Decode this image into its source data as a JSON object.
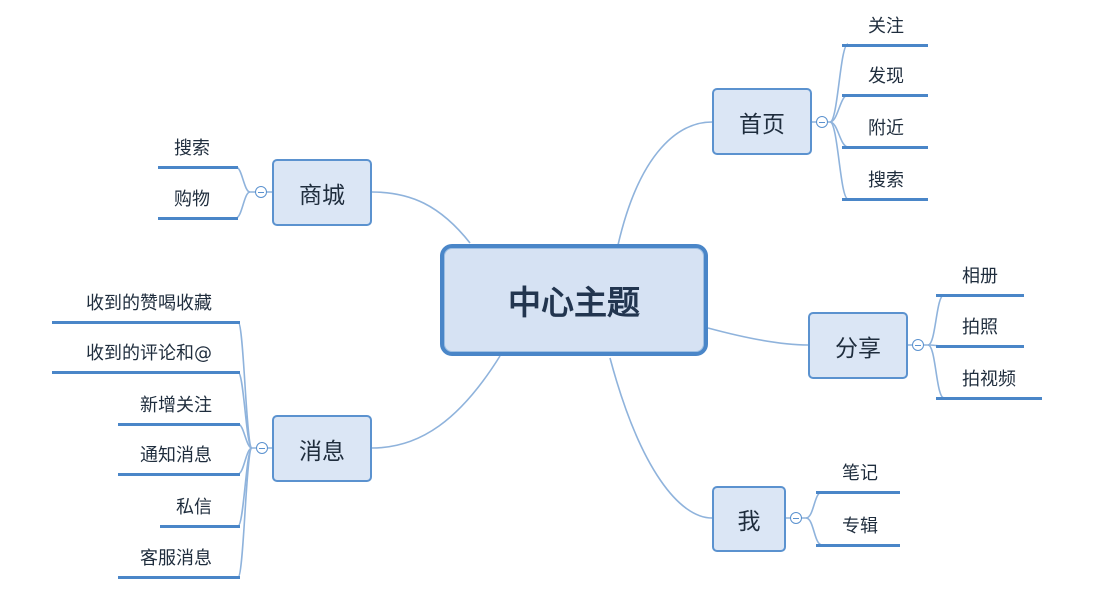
{
  "center": {
    "label": "中心主题"
  },
  "branches": {
    "home": {
      "label": "首页",
      "children": [
        "关注",
        "发现",
        "附近",
        "搜索"
      ]
    },
    "mall": {
      "label": "商城",
      "children": [
        "搜索",
        "购物"
      ]
    },
    "share": {
      "label": "分享",
      "children": [
        "相册",
        "拍照",
        "拍视频"
      ]
    },
    "messages": {
      "label": "消息",
      "children": [
        "收到的赞喝收藏",
        "收到的评论和@",
        "新增关注",
        "通知消息",
        "私信",
        "客服消息"
      ]
    },
    "me": {
      "label": "我",
      "children": [
        "笔记",
        "专辑"
      ]
    }
  },
  "colors": {
    "line": "#8fb3dc",
    "accent": "#4a86c8",
    "node_fill": "#dbe6f5"
  }
}
